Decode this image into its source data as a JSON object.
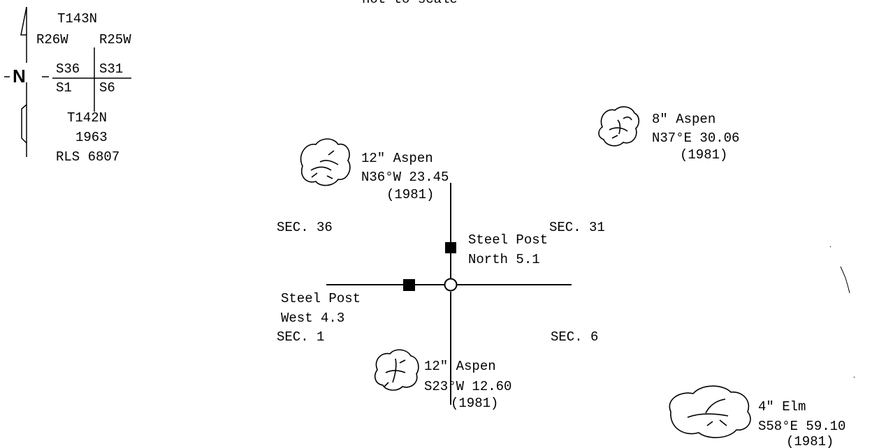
{
  "header": {
    "scale_note": "not to scale"
  },
  "north_key": {
    "north_letter": "N",
    "township_north": "T143N",
    "range_west": "R26W",
    "range_east": "R25W",
    "sec_nw": "S36",
    "sec_ne": "S31",
    "sec_sw": "S1",
    "sec_se": "S6",
    "township_south": "T142N",
    "year": "1963",
    "rls": "RLS 6807"
  },
  "sections": {
    "nw": "SEC. 36",
    "ne": "SEC. 31",
    "sw": "SEC. 1",
    "se": "SEC. 6"
  },
  "posts": {
    "north": {
      "line1": "Steel Post",
      "line2": "North 5.1"
    },
    "west": {
      "line1": "Steel Post",
      "line2": "West 4.3"
    }
  },
  "bearing_trees": [
    {
      "id": "nw",
      "species": "12\" Aspen",
      "bearing": "N36°W 23.45",
      "year": "(1981)"
    },
    {
      "id": "ne",
      "species": "8\" Aspen",
      "bearing": "N37°E 30.06",
      "year": "(1981)"
    },
    {
      "id": "s",
      "species": "12\" Aspen",
      "bearing": "S23°W 12.60",
      "year": "(1981)"
    },
    {
      "id": "se",
      "species": "4\" Elm",
      "bearing": "S58°E 59.10",
      "year": "(1981)"
    }
  ]
}
